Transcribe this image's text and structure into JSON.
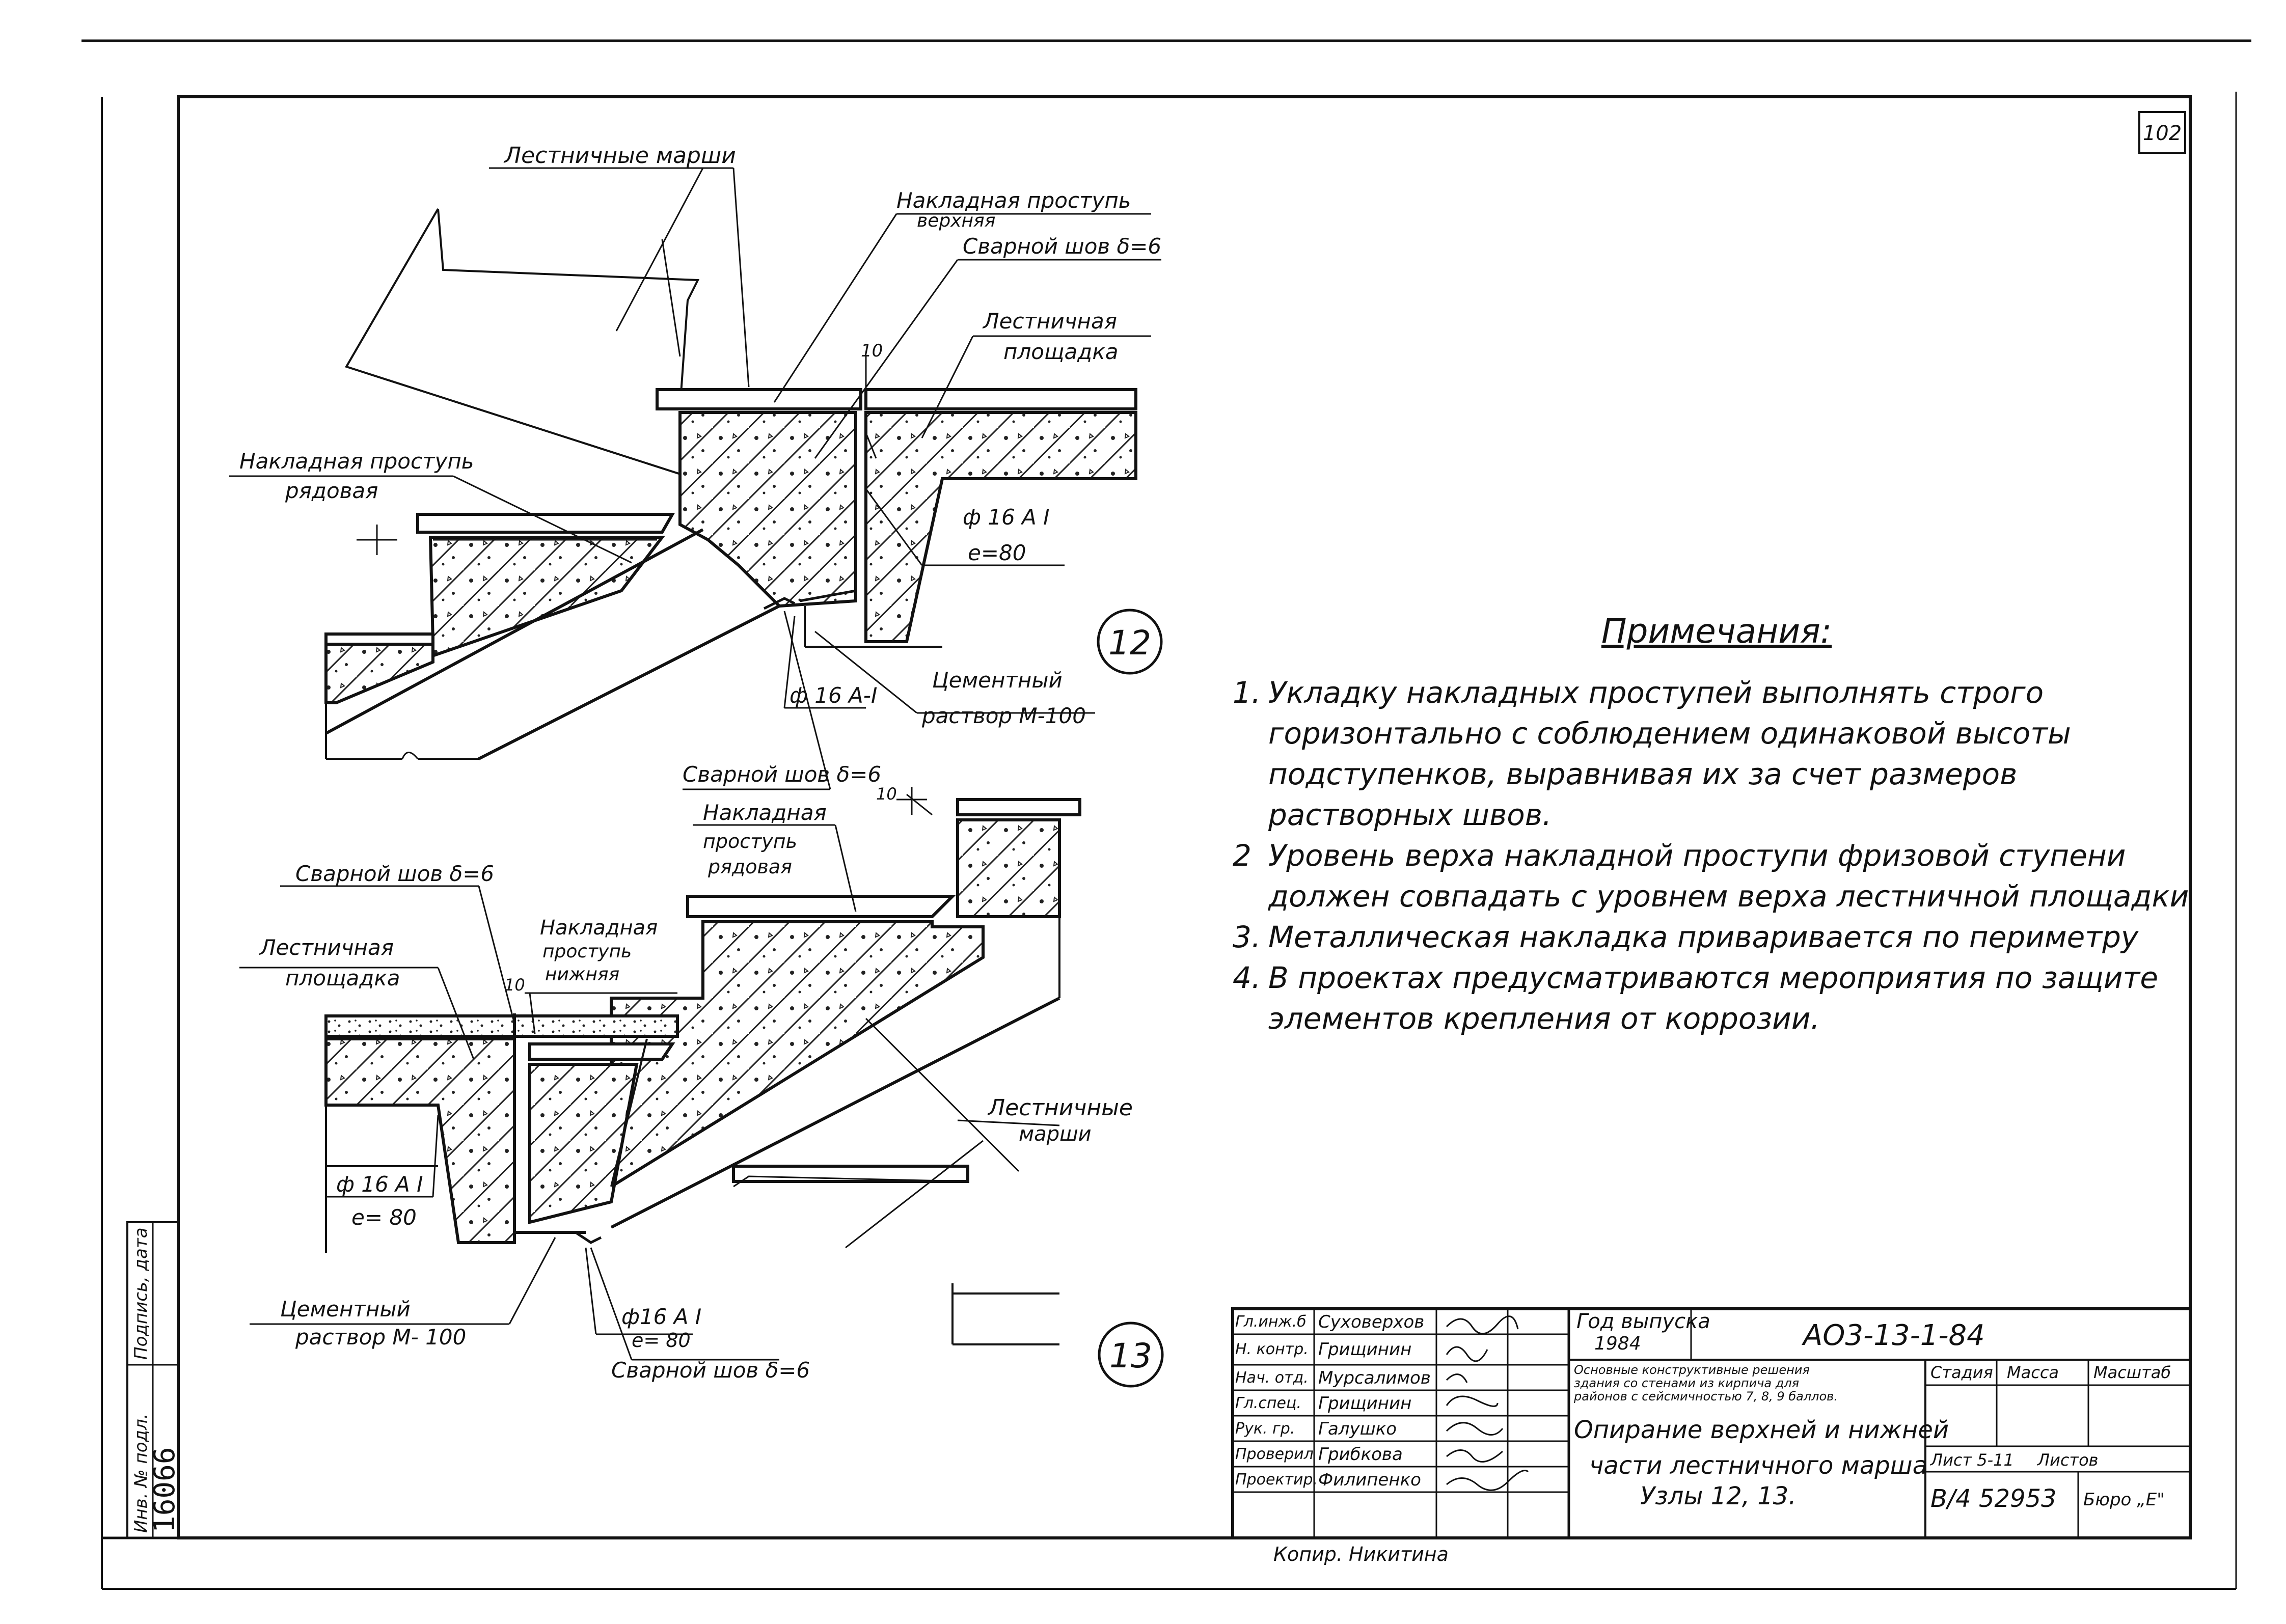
{
  "sheet_corner_number": "102",
  "detail_12": {
    "number": "12",
    "labels": {
      "stair_flights": "Лестничные марши",
      "overlay_tread_top_line1": "Накладная проступь",
      "overlay_tread_top_line2": "верхняя",
      "weld_top": "Сварной шов δ=6",
      "dim_10": "10",
      "landing_line1": "Лестничная",
      "landing_line2": "площадка",
      "overlay_tread_ordinary_line1": "Накладная проступь",
      "overlay_tread_ordinary_line2": "рядовая",
      "rebar_line1": "ф 16 А I",
      "rebar_line2": "е=80",
      "rebar_bottom": "ф 16 А-I",
      "mortar_line1": "Цементный",
      "mortar_line2": "раствор М-100",
      "weld_bottom": "Сварной шов δ=6"
    }
  },
  "detail_13": {
    "number": "13",
    "labels": {
      "dim_10_top": "10",
      "overlay_tread_line1": "Накладная",
      "overlay_tread_line2": "проступь",
      "overlay_tread_line3": "рядовая",
      "weld_top": "Сварной шов δ=6",
      "landing_line1": "Лестничная",
      "landing_line2": "площадка",
      "dim_10": "10",
      "overlay_tread_lower_line1": "Накладная",
      "overlay_tread_lower_line2": "проступь",
      "overlay_tread_lower_line3": "нижняя",
      "rebar_line1": "ф 16 А I",
      "rebar_line2": "е= 80",
      "stair_flights_line1": "Лестничные",
      "stair_flights_line2": "марши",
      "mortar_line1": "Цементный",
      "mortar_line2": "раствор М- 100",
      "rebar2_line1": "ф16 А I",
      "rebar2_line2": "е= 80",
      "weld_bottom": "Сварной шов δ=6"
    }
  },
  "notes": {
    "title": "Примечания:",
    "items": [
      {
        "num": "1.",
        "text": "Укладку накладных проступей выполнять строго горизонтально с соблюдением одинаковой высоты подступенков, выравнивая их за счет размеров растворных швов."
      },
      {
        "num": "2",
        "text": "Уровень верха накладной проступи фризовой ступени должен совпадать с уровнем верха лестничной площадки"
      },
      {
        "num": "3.",
        "text": "Металлическая накладка приваривается по периметру"
      },
      {
        "num": "4.",
        "text": "В проектах предусматриваются мероприятия по защите элементов крепления от коррозии."
      }
    ]
  },
  "side_stamp": {
    "inv_label": "Инв. № подл.",
    "sign_label": "Подпись, дата",
    "inv_number": "16066"
  },
  "title_block": {
    "roles": [
      "Гл.инж.б",
      "Н. контр.",
      "Нач. отд.",
      "Гл.спец.",
      "Рук. гр.",
      "Проверил",
      "Проектир."
    ],
    "names": [
      "Суховерхов",
      "Грищинин",
      "Мурсалимов",
      "Грищинин",
      "Галушко",
      "Грибкова",
      "Филипенко"
    ],
    "year_label": "Год выпуска",
    "year": "1984",
    "code": "АО3-13-1-84",
    "series_desc_line1": "Основные конструктивные решения",
    "series_desc_line2": "здания со стенами из кирпича для",
    "series_desc_line3": "районов с сейсмичностью 7, 8, 9 баллов.",
    "title_line1": "Опирание верхней и нижней",
    "title_line2": "части лестничного марша",
    "title_line3": "Узлы 12, 13.",
    "stage_label": "Стадия",
    "mass_label": "Масса",
    "scale_label": "Масштаб",
    "sheet_label": "Лист 5-11",
    "sheets_label": "Листов",
    "archive_number": "В/4 52953",
    "bureau": "Бюро „Е\"",
    "copied_by": "Копир. Никитина"
  }
}
